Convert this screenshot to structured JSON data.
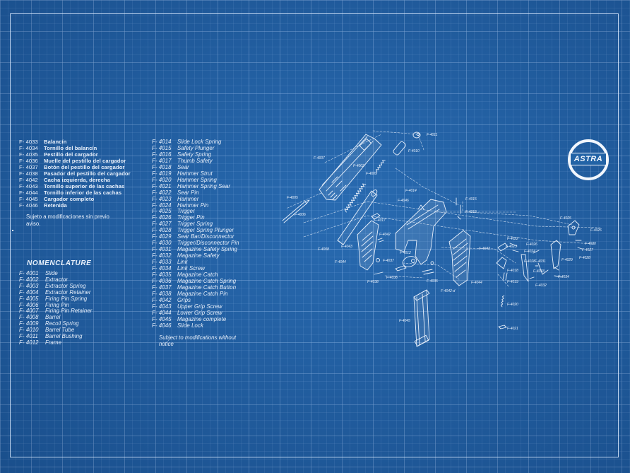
{
  "parts_es": [
    {
      "code": "F- 4033",
      "name": "Balancín"
    },
    {
      "code": "F- 4034",
      "name": "Tornillo del balancín"
    },
    {
      "code": "F- 4035",
      "name": "Pestillo del cargador"
    },
    {
      "code": "F- 4036",
      "name": "Muelle del pestillo del cargador"
    },
    {
      "code": "F- 4037",
      "name": "Botón del pestillo del cargador"
    },
    {
      "code": "F- 4038",
      "name": "Pasador del pestillo del cargador"
    },
    {
      "code": "F- 4042",
      "name": "Cacha izquierda, derecha"
    },
    {
      "code": "F- 4043",
      "name": "Tornillo superior de las cachas"
    },
    {
      "code": "F- 4044",
      "name": "Tornillo inferior de las cachas"
    },
    {
      "code": "F- 4045",
      "name": "Cargador completo"
    },
    {
      "code": "F- 4046",
      "name": "Retenida"
    }
  ],
  "note_es": "Sujeto a modificaciones sin previo aviso.",
  "nomenclature_title": "NOMENCLATURE",
  "parts_en_1": [
    {
      "code": "F- 4001",
      "name": "Slide"
    },
    {
      "code": "F- 4002",
      "name": "Extractor"
    },
    {
      "code": "F- 4003",
      "name": "Extractor Spring"
    },
    {
      "code": "F- 4004",
      "name": "Extractor Retainer"
    },
    {
      "code": "F- 4005",
      "name": "Firing Pin Spring"
    },
    {
      "code": "F- 4006",
      "name": "Firing Pin"
    },
    {
      "code": "F- 4007",
      "name": "Firing Pin Retainer"
    },
    {
      "code": "F- 4008",
      "name": "Barrel"
    },
    {
      "code": "F- 4009",
      "name": "Recoil Spring"
    },
    {
      "code": "F- 4010",
      "name": "Barrel Tube"
    },
    {
      "code": "F- 4011",
      "name": "Barrel Bushing"
    },
    {
      "code": "F- 4012",
      "name": "Frame"
    }
  ],
  "parts_en_2": [
    {
      "code": "F- 4014",
      "name": "Slide Lock Spring"
    },
    {
      "code": "F- 4015",
      "name": "Safety Plunger"
    },
    {
      "code": "F- 4016",
      "name": "Safety Spring"
    },
    {
      "code": "F- 4017",
      "name": "Thumb Safety"
    },
    {
      "code": "F- 4018",
      "name": "Sear"
    },
    {
      "code": "F- 4019",
      "name": "Hammer Strut"
    },
    {
      "code": "F- 4020",
      "name": "Hammer Spring"
    },
    {
      "code": "F- 4021",
      "name": "Hammer Spring Sear"
    },
    {
      "code": "F- 4022",
      "name": "Sear Pin"
    },
    {
      "code": "F- 4023",
      "name": "Hammer"
    },
    {
      "code": "F- 4024",
      "name": "Hammer Pin"
    },
    {
      "code": "F- 4025",
      "name": "Trigger"
    },
    {
      "code": "F- 4026",
      "name": "Trigger Pin"
    },
    {
      "code": "F- 4027",
      "name": "Trigger Spring"
    },
    {
      "code": "F- 4028",
      "name": "Trigger Spring Plunger"
    },
    {
      "code": "F- 4029",
      "name": "Sear Bar/Disconnector"
    },
    {
      "code": "F- 4030",
      "name": "Trigger/Disconnector Pin"
    },
    {
      "code": "F- 4031",
      "name": "Magazine Safety Spring"
    },
    {
      "code": "F- 4032",
      "name": "Magazine Safety"
    },
    {
      "code": "F- 4033",
      "name": "Link"
    },
    {
      "code": "F- 4034",
      "name": "Link Screw"
    },
    {
      "code": "F- 4035",
      "name": "Magazine Catch"
    },
    {
      "code": "F- 4036",
      "name": "Magazine Catch Spring"
    },
    {
      "code": "F- 4037",
      "name": "Magazine Catch Button"
    },
    {
      "code": "F- 4038",
      "name": "Magazine Catch Pin"
    },
    {
      "code": "F- 4042",
      "name": "Grips"
    },
    {
      "code": "F- 4043",
      "name": "Upper Grip Screw"
    },
    {
      "code": "F- 4044",
      "name": "Lower Grip Screw"
    },
    {
      "code": "F- 4045",
      "name": "Magazine complete"
    },
    {
      "code": "F- 4046",
      "name": "Slide Lock"
    }
  ],
  "note_en": "Subject to modifications without notice",
  "logo_text": "ASTRA",
  "callouts": [
    {
      "id": "c4011",
      "label": "F-4011"
    },
    {
      "id": "c4010",
      "label": "F-4010"
    },
    {
      "id": "c4007",
      "label": "F-4007"
    },
    {
      "id": "c4002",
      "label": "F-4002"
    },
    {
      "id": "c4009",
      "label": "F-4009"
    },
    {
      "id": "c4005",
      "label": "F-4005"
    },
    {
      "id": "c4006",
      "label": "F-4006"
    },
    {
      "id": "c4014",
      "label": "F-4014"
    },
    {
      "id": "c4046",
      "label": "F-4046"
    },
    {
      "id": "c4015",
      "label": "F-4015"
    },
    {
      "id": "c4016",
      "label": "F-4016"
    },
    {
      "id": "c4017",
      "label": "F-4017"
    },
    {
      "id": "c4042",
      "label": "F-4042"
    },
    {
      "id": "c4043",
      "label": "F-4043"
    },
    {
      "id": "c4008",
      "label": "F-4008"
    },
    {
      "id": "c4044",
      "label": "F-4044"
    },
    {
      "id": "c4037",
      "label": "F-4037"
    },
    {
      "id": "c4012",
      "label": "F-4012"
    },
    {
      "id": "c4036",
      "label": "F-4036"
    },
    {
      "id": "c4038",
      "label": "F-4038"
    },
    {
      "id": "c4035",
      "label": "F-4035"
    },
    {
      "id": "c4042d",
      "label": "F-4042-d"
    },
    {
      "id": "c4044b",
      "label": "F-4044"
    },
    {
      "id": "c4045",
      "label": "F-4045"
    },
    {
      "id": "c4043b",
      "label": "F-4043"
    },
    {
      "id": "c4025",
      "label": "F-4025"
    },
    {
      "id": "c4026",
      "label": "F-4026"
    },
    {
      "id": "c4030",
      "label": "F-4030"
    },
    {
      "id": "c4027",
      "label": "F-4027"
    },
    {
      "id": "c4028",
      "label": "F-4028"
    },
    {
      "id": "c4022",
      "label": "F-4022"
    },
    {
      "id": "c4023",
      "label": "F-4023"
    },
    {
      "id": "c4024",
      "label": "F-4024"
    },
    {
      "id": "c4019",
      "label": "F-4019"
    },
    {
      "id": "c4020",
      "label": "F-4020"
    },
    {
      "id": "c4021",
      "label": "F-4021"
    },
    {
      "id": "c4018",
      "label": "F-4018"
    },
    {
      "id": "c4033",
      "label": "F-4033"
    },
    {
      "id": "c4032",
      "label": "F-4032"
    },
    {
      "id": "c4029",
      "label": "F-4029"
    },
    {
      "id": "c4034",
      "label": "F-4034"
    },
    {
      "id": "c4031",
      "label": "F-4031"
    },
    {
      "id": "c4028b",
      "label": "F-4028"
    },
    {
      "id": "c4026b",
      "label": "F-4026"
    }
  ],
  "colors": {
    "background": "#2263a6",
    "line": "#e8f0fb",
    "grid": "#aacdf5"
  }
}
